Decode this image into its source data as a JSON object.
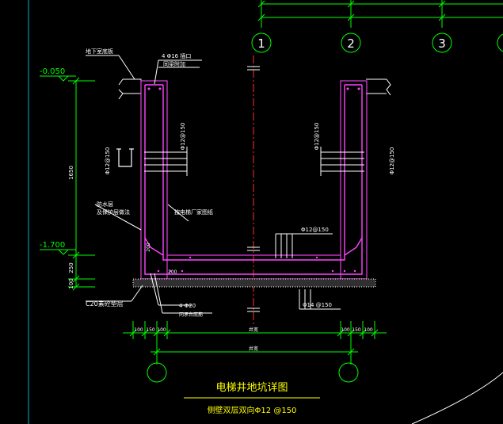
{
  "drawing": {
    "title": "电梯井地坑详图",
    "subtitle": "侧壁双层双向Φ12 @150"
  },
  "axes": [
    {
      "label": "1"
    },
    {
      "label": "2"
    },
    {
      "label": "3"
    }
  ],
  "elevations": {
    "top": "-0.050",
    "bottom": "-1.700"
  },
  "dimensions": {
    "height_main": "1650",
    "height_slab": "250",
    "height_cushion": "100",
    "corner_200_v": "200",
    "corner_200_h": "200",
    "bottom_left": [
      "100",
      "150",
      "100"
    ],
    "bottom_right": [
      "100",
      "150",
      "100"
    ],
    "pit_width_inner": "井宽",
    "pit_width_outer": "井宽"
  },
  "annotations": {
    "basement_floor": "地下室底板",
    "top_bar": "4 Φ16 插口",
    "top_bar_2": "同梁附加",
    "left_vbar": "Φ12@150",
    "right_vbar": "Φ12@150",
    "left_hbar": "Φ12@150",
    "right_hbar": "Φ12@150",
    "waterproof_1": "防水层",
    "waterproof_2": "及保护层做法",
    "elevator_note": "按电梯厂家图纸",
    "slab_top": "Φ12@150",
    "slab_bottom": "Φ14 @150",
    "cushion": "C20素砼垫层",
    "bottom_bar": "4 Φ20",
    "bottom_bar_2": "同承台底筋"
  },
  "colors": {
    "wall": "#e040e0",
    "rebar": "#ff44ff",
    "dim": "#00ff00",
    "axis": "#ff3030",
    "text": "#ffffff",
    "title": "#ffff00",
    "grid": "#00ff00",
    "frame": "#00b4c8"
  }
}
